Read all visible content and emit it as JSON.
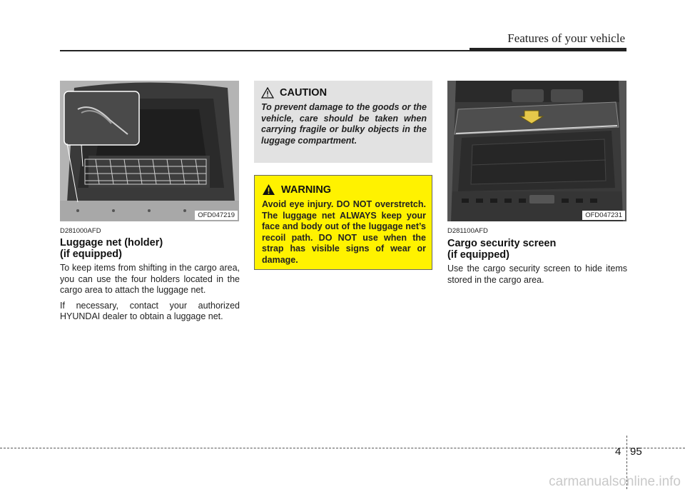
{
  "header": {
    "title": "Features of your vehicle"
  },
  "left": {
    "photo_caption": "OFD047219",
    "code": "D281000AFD",
    "heading_line1": "Luggage net (holder)",
    "heading_line2": "(if equipped)",
    "paragraph1": "To keep items from shifting in the cargo area, you can use the four holders locate­d in the cargo area to attach the lug­gage net.",
    "paragraph2": "If necessary, contact your authorized HYUNDAI dealer to obtain a luggage net."
  },
  "middle": {
    "caution": {
      "title": "CAUTION",
      "text": "To prevent damage to the goods or the vehicle, care should be taken when carrying fragile or bulky objects in the luggage compart­ment."
    },
    "warning": {
      "title": "WARNING",
      "text": "Avoid eye injury. DO NOT over­stretch. The luggage net ALWAYS keep your face and body out of the luggage net’s recoil path. DO NOT use when the strap has visible signs of wear or damage."
    },
    "colors": {
      "warning_background": "#fff200",
      "caution_background": "#e2e2e2"
    }
  },
  "right": {
    "photo_caption": "OFD047231",
    "code": "D281100AFD",
    "heading_line1": "Cargo security screen",
    "heading_line2": "(if equipped)",
    "paragraph1": "Use the cargo security screen to hide items stored in the cargo area."
  },
  "footer": {
    "chapter": "4",
    "page": "95",
    "watermark": "carmanualsonline.info"
  }
}
